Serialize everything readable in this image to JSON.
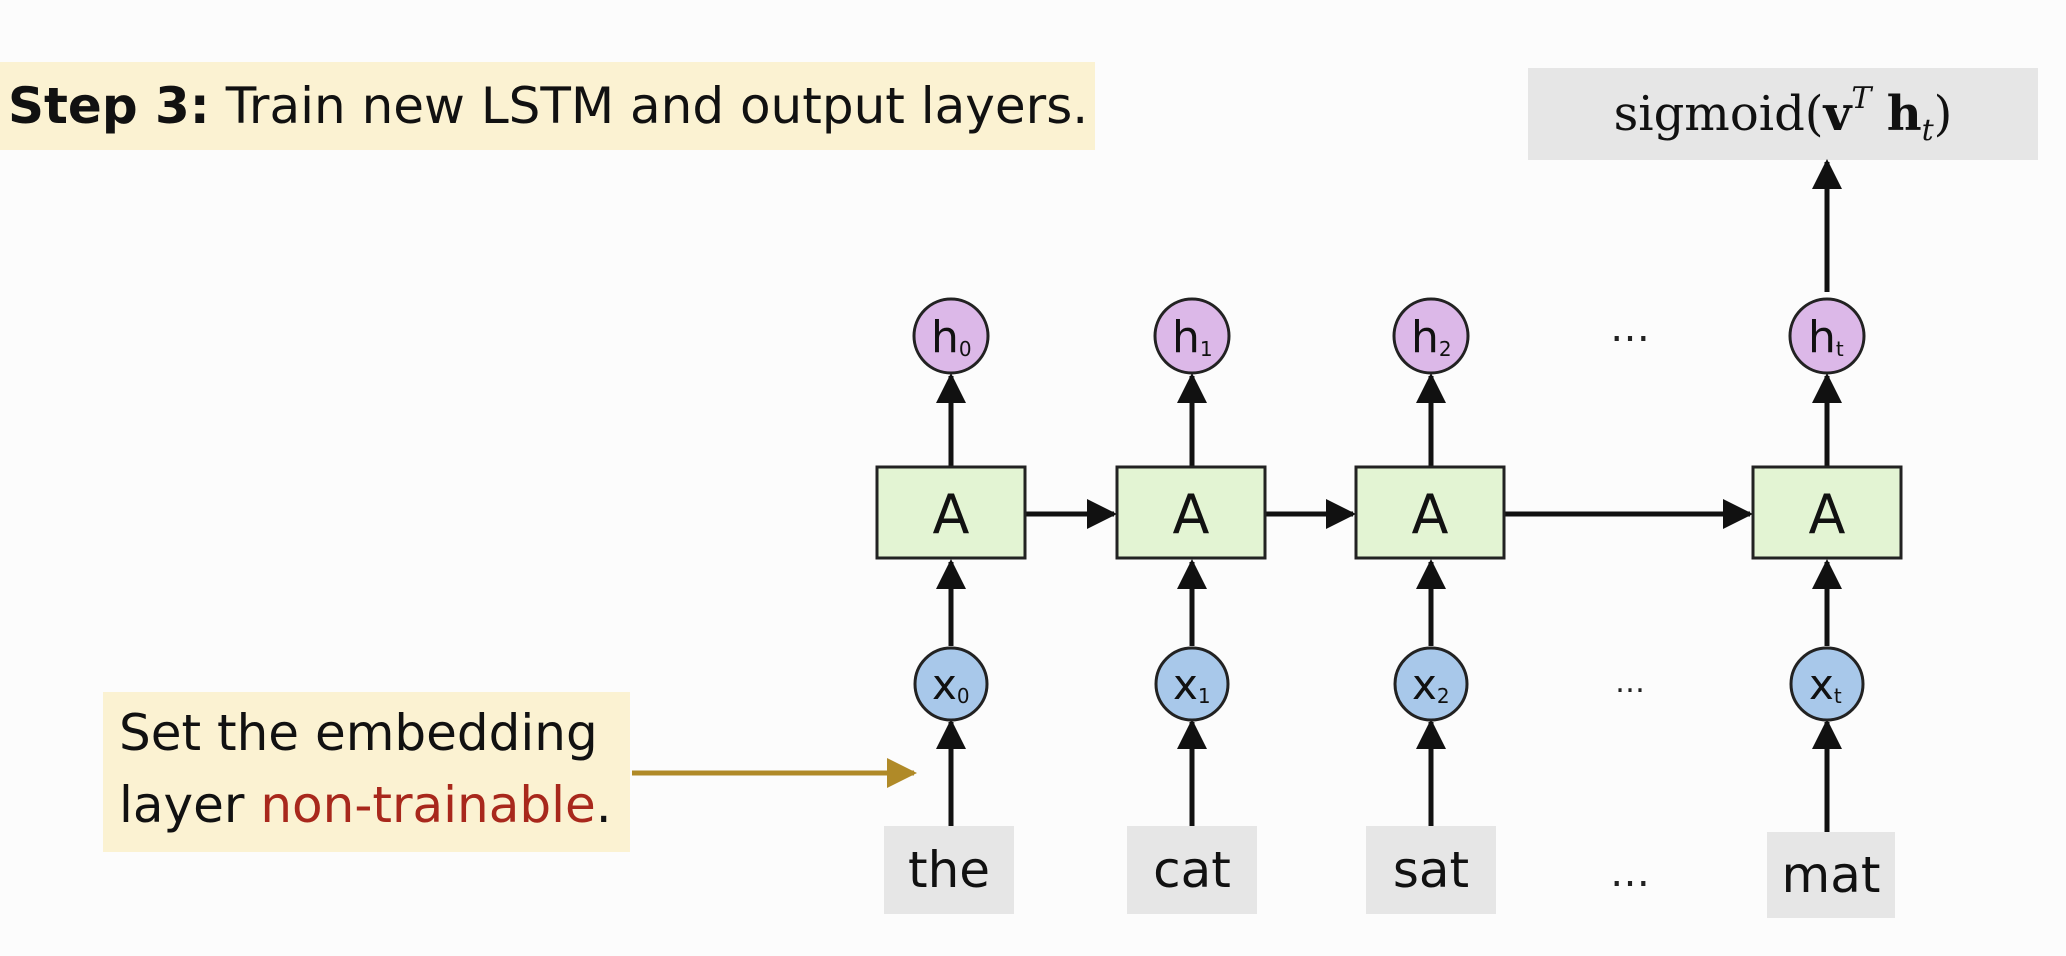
{
  "step": {
    "label": "Step 3:",
    "text": "Train new LSTM and output layers."
  },
  "formula": {
    "func": "sigmoid(",
    "v": "v",
    "T": "T",
    "h": "h",
    "t": "t",
    "close": ")"
  },
  "note": {
    "line1": "Set the embedding",
    "line2_prefix": "layer ",
    "line2_highlight": "non-trainable",
    "line2_suffix": "."
  },
  "cells": [
    {
      "label": "A"
    },
    {
      "label": "A"
    },
    {
      "label": "A"
    },
    {
      "label": "A"
    }
  ],
  "hidden_states": [
    {
      "base": "h",
      "sub": "0"
    },
    {
      "base": "h",
      "sub": "1"
    },
    {
      "base": "h",
      "sub": "2"
    },
    {
      "base": "h",
      "sub": "t"
    }
  ],
  "inputs": [
    {
      "base": "x",
      "sub": "0"
    },
    {
      "base": "x",
      "sub": "1"
    },
    {
      "base": "x",
      "sub": "2"
    },
    {
      "base": "x",
      "sub": "t"
    }
  ],
  "words": [
    "the",
    "cat",
    "sat",
    "mat"
  ],
  "ellipsis": "…",
  "colors": {
    "cell_fill": "#e3f4d3",
    "hidden_fill": "#dcb8e8",
    "input_fill": "#a8c8ea",
    "highlight": "#a8281c",
    "note_arrow": "#b08a28",
    "box_bg": "#fbf2d2",
    "word_bg": "#e6e6e6"
  }
}
